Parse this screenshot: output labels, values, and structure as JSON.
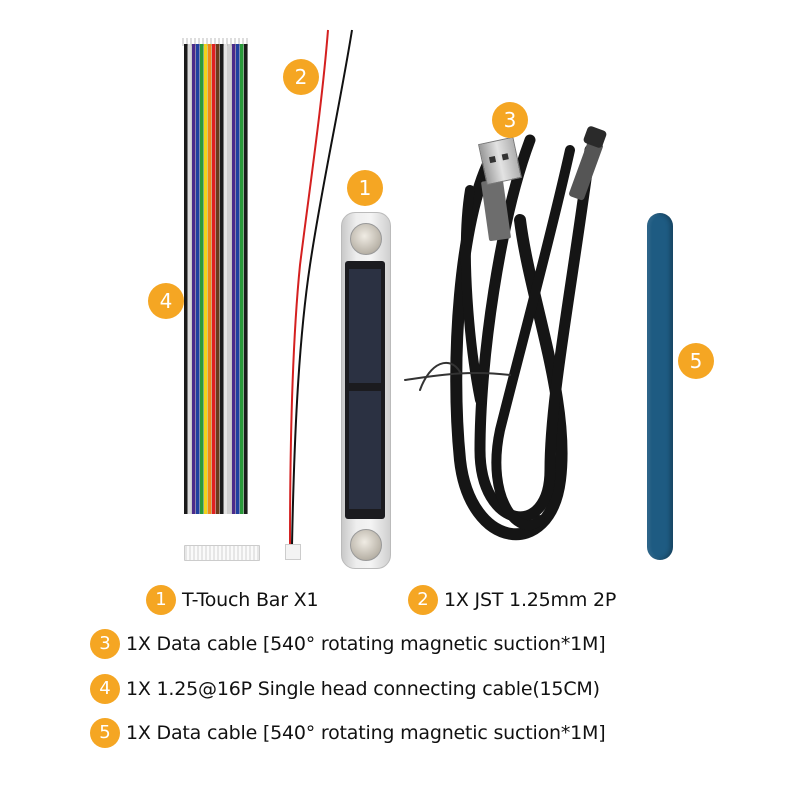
{
  "image": {
    "background": "#ffffff",
    "accent_color": "#f5a623",
    "items": [
      {
        "number": "1",
        "name": "T-Touch Bar",
        "object": "touch-bar"
      },
      {
        "number": "2",
        "name": "JST 1.25mm 2P cable",
        "object": "jst-wire"
      },
      {
        "number": "3",
        "name": "Data cable",
        "object": "usb-cable"
      },
      {
        "number": "4",
        "name": "16P ribbon cable",
        "object": "ribbon-cable"
      },
      {
        "number": "5",
        "name": "Stick",
        "object": "blue-stick"
      }
    ],
    "ribbon_colors": [
      "#1a1a1a",
      "#d9d9d9",
      "#4b2a8a",
      "#1f3fa0",
      "#2a9a3a",
      "#f2d21a",
      "#f08a1a",
      "#e02020",
      "#6a3b1a",
      "#1a1a1a",
      "#e4e4e4",
      "#cfcfcf",
      "#4b2a8a",
      "#1f3fa0",
      "#2a9a3a",
      "#1a1a1a"
    ]
  },
  "captions": [
    {
      "number": "1",
      "text": "T-Touch Bar X1"
    },
    {
      "number": "2",
      "text": "1X JST 1.25mm 2P"
    },
    {
      "number": "3",
      "text": "1X Data cable [540° rotating magnetic suction*1M]"
    },
    {
      "number": "4",
      "text": "1X 1.25@16P Single head connecting cable(15CM)"
    },
    {
      "number": "5",
      "text": "1X Data cable [540° rotating magnetic suction*1M]"
    }
  ]
}
